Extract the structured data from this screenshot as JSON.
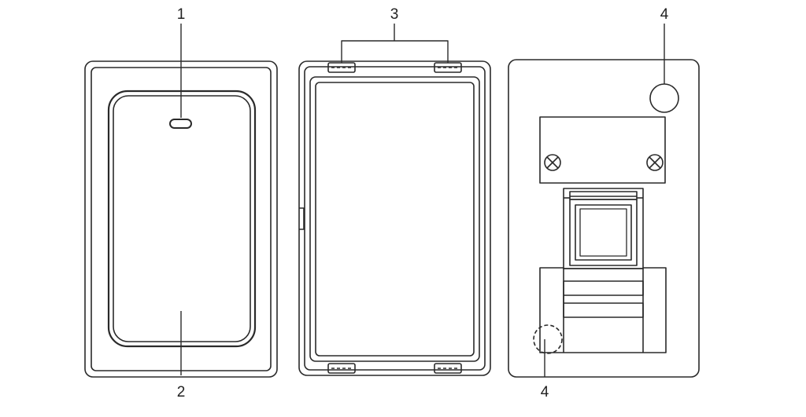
{
  "callouts": {
    "c1": "1",
    "c2": "2",
    "c3": "3",
    "c4_top": "4",
    "c4_bottom": "4"
  },
  "colors": {
    "stroke": "#2a2a2a",
    "background": "#ffffff"
  }
}
